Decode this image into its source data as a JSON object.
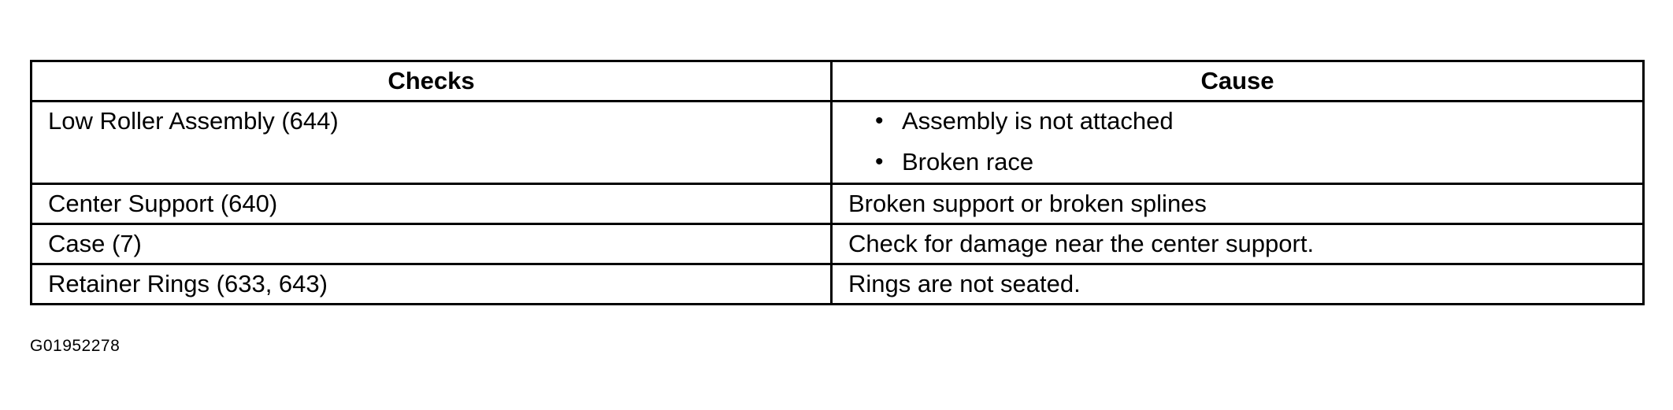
{
  "table": {
    "headers": [
      "Checks",
      "Cause"
    ],
    "rows": [
      {
        "check": "Low Roller Assembly (644)",
        "cause_items": [
          "Assembly is not attached",
          "Broken race"
        ]
      },
      {
        "check": "Center Support (640)",
        "cause": "Broken support or broken splines"
      },
      {
        "check": "Case (7)",
        "cause": "Check for damage near the center support."
      },
      {
        "check": "Retainer Rings (633, 643)",
        "cause": "Rings are not seated."
      }
    ]
  },
  "figure_id": "G01952278",
  "bullet_icon": "bullet-icon"
}
